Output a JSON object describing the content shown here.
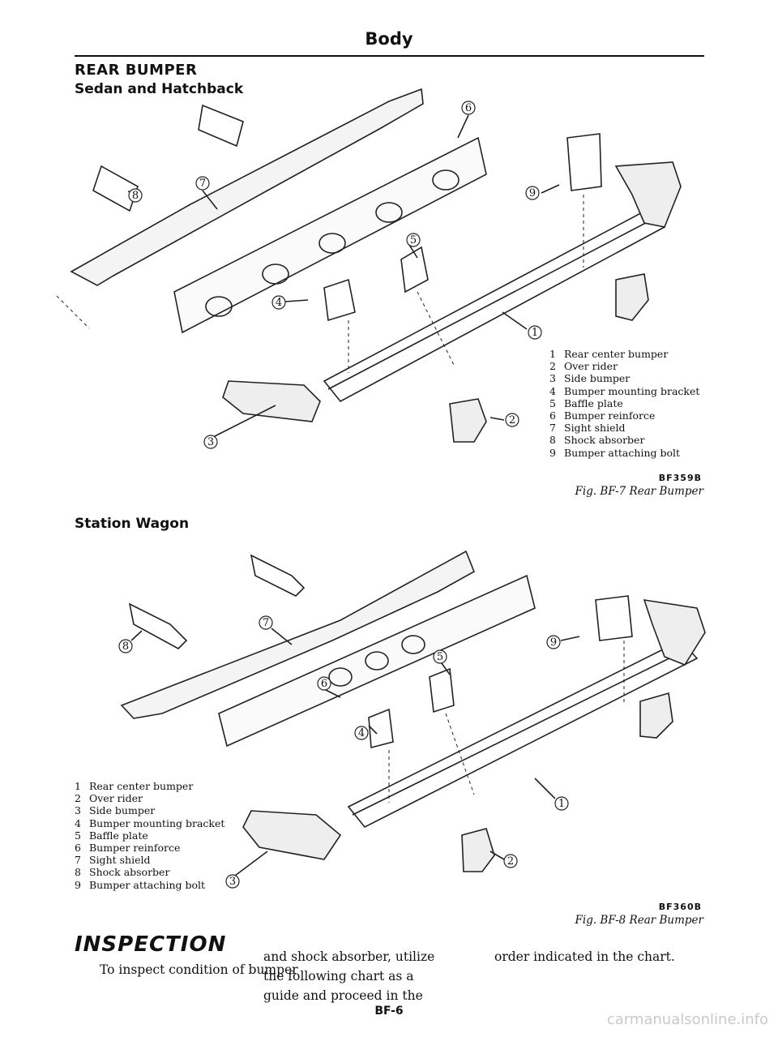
{
  "header": {
    "title": "Body"
  },
  "sections": {
    "rear_bumper": "REAR BUMPER",
    "sedan": "Sedan and Hatchback",
    "wagon": "Station Wagon",
    "inspection": "INSPECTION"
  },
  "legend": [
    {
      "num": "1",
      "text": "Rear center bumper"
    },
    {
      "num": "2",
      "text": "Over rider"
    },
    {
      "num": "3",
      "text": "Side bumper"
    },
    {
      "num": "4",
      "text": "Bumper mounting bracket"
    },
    {
      "num": "5",
      "text": "Baffle plate"
    },
    {
      "num": "6",
      "text": "Bumper reinforce"
    },
    {
      "num": "7",
      "text": "Sight shield"
    },
    {
      "num": "8",
      "text": "Shock absorber"
    },
    {
      "num": "9",
      "text": "Bumper attaching bolt"
    }
  ],
  "figures": {
    "fig1_code": "BF359B",
    "fig1_caption": "Fig. BF-7 Rear Bumper",
    "fig2_code": "BF360B",
    "fig2_caption": "Fig. BF-8 Rear Bumper"
  },
  "callouts": {
    "c1": "1",
    "c2": "2",
    "c3": "3",
    "c4": "4",
    "c5": "5",
    "c6": "6",
    "c7": "7",
    "c8": "8",
    "c9": "9"
  },
  "body": {
    "col1": "To inspect condition of bumper",
    "col2": "and shock absorber, utilize the following chart as a guide and proceed in the",
    "col3": "order indicated in the chart."
  },
  "footer": {
    "page": "BF-6",
    "watermark": "carmanualsonline.info"
  }
}
